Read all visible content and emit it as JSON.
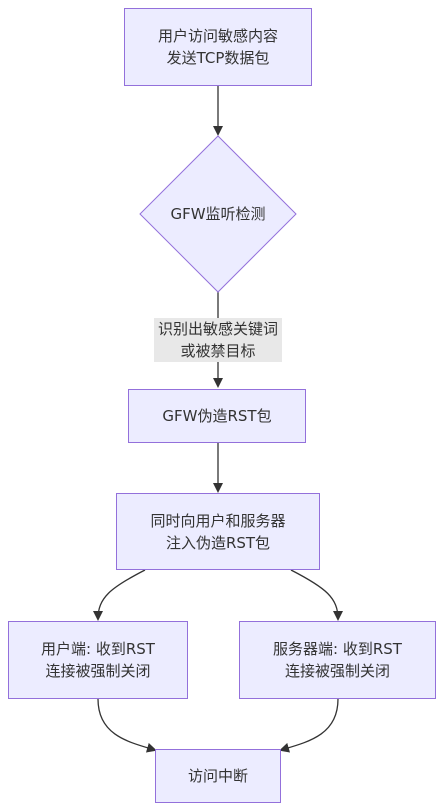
{
  "nodes": {
    "user_send": "用户访问敏感内容\n发送TCP数据包",
    "gfw_monitor": "GFW监听检测",
    "gfw_forge": "GFW伪造RST包",
    "inject": "同时向用户和服务器\n注入伪造RST包",
    "client_side": "用户端: 收到RST\n连接被强制关闭",
    "server_side": "服务器端: 收到RST\n连接被强制关闭",
    "access_interrupted": "访问中断"
  },
  "edge_labels": {
    "detected": "识别出敏感关键词\n或被禁目标"
  },
  "colors": {
    "node_fill": "#ECECFF",
    "node_stroke": "#9370DB",
    "edge": "#333333",
    "label_bg": "#e8e8e8"
  }
}
